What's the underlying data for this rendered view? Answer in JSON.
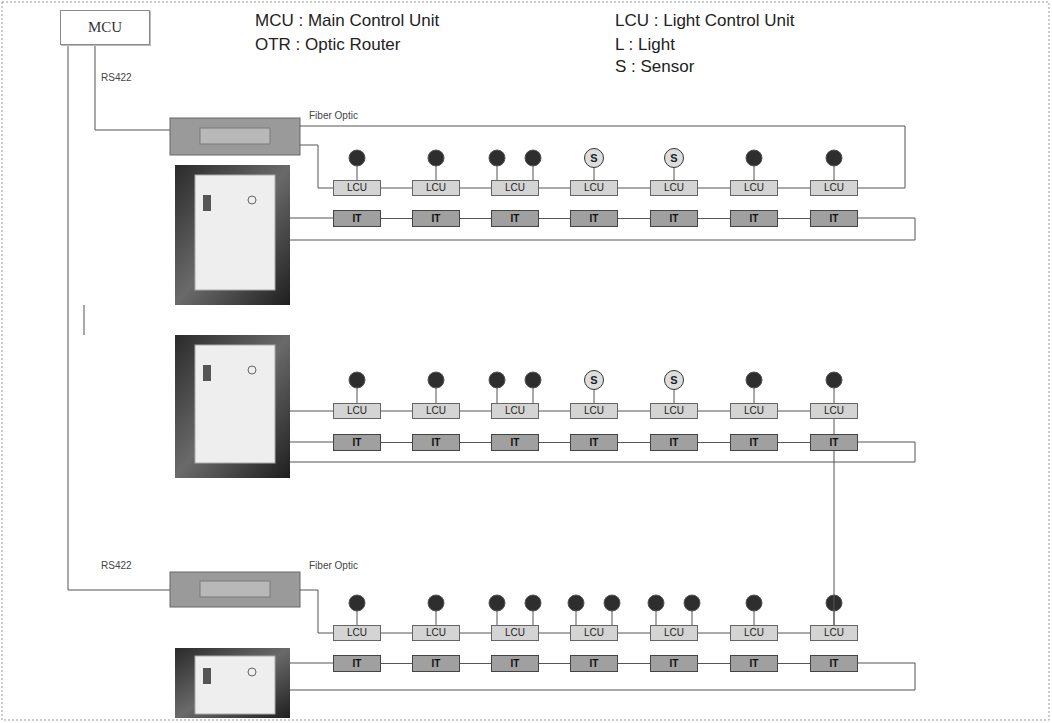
{
  "diagram": {
    "nodes": [
      {
        "text": [
          "MCU"
        ]
      },
      {
        "text": [
          "S"
        ]
      },
      {
        "text": [
          "S"
        ]
      },
      {
        "text": [
          "LCU"
        ]
      },
      {
        "text": [
          "LCU"
        ]
      },
      {
        "text": [
          "LCU"
        ]
      },
      {
        "text": [
          "LCU"
        ]
      },
      {
        "text": [
          "LCU"
        ]
      },
      {
        "text": [
          "LCU"
        ]
      },
      {
        "text": [
          "LCU"
        ]
      },
      {
        "text": [
          "IT"
        ]
      },
      {
        "text": [
          "IT"
        ]
      },
      {
        "text": [
          "IT"
        ]
      },
      {
        "text": [
          "IT"
        ]
      },
      {
        "text": [
          "IT"
        ]
      },
      {
        "text": [
          "IT"
        ]
      },
      {
        "text": [
          "IT"
        ]
      },
      {
        "text": [
          "S"
        ]
      },
      {
        "text": [
          "S"
        ]
      },
      {
        "text": [
          "LCU"
        ]
      },
      {
        "text": [
          "LCU"
        ]
      },
      {
        "text": [
          "LCU"
        ]
      },
      {
        "text": [
          "LCU"
        ]
      },
      {
        "text": [
          "LCU"
        ]
      },
      {
        "text": [
          "LCU"
        ]
      },
      {
        "text": [
          "LCU"
        ]
      },
      {
        "text": [
          "IT"
        ]
      },
      {
        "text": [
          "IT"
        ]
      },
      {
        "text": [
          "IT"
        ]
      },
      {
        "text": [
          "IT"
        ]
      },
      {
        "text": [
          "IT"
        ]
      },
      {
        "text": [
          "IT"
        ]
      },
      {
        "text": [
          "IT"
        ]
      },
      {
        "text": [
          "LCU"
        ]
      },
      {
        "text": [
          "LCU"
        ]
      },
      {
        "text": [
          "LCU"
        ]
      },
      {
        "text": [
          "LCU"
        ]
      },
      {
        "text": [
          "LCU"
        ]
      },
      {
        "text": [
          "LCU"
        ]
      },
      {
        "text": [
          "LCU"
        ]
      },
      {
        "text": [
          "IT"
        ]
      },
      {
        "text": [
          "IT"
        ]
      },
      {
        "text": [
          "IT"
        ]
      },
      {
        "text": [
          "IT"
        ]
      },
      {
        "text": [
          "IT"
        ]
      },
      {
        "text": [
          "IT"
        ]
      },
      {
        "text": [
          "IT"
        ]
      }
    ],
    "edges": [
      {
        "from": 1,
        "to": 6,
        "arrow": "none"
      },
      {
        "from": 2,
        "to": 7,
        "arrow": "none"
      },
      {
        "from": 3,
        "to": 4,
        "arrow": "none"
      },
      {
        "from": 4,
        "to": 5,
        "arrow": "none"
      },
      {
        "from": 5,
        "to": 6,
        "arrow": "none"
      },
      {
        "from": 6,
        "to": 7,
        "arrow": "none"
      },
      {
        "from": 7,
        "to": 8,
        "arrow": "none"
      },
      {
        "from": 8,
        "to": 9,
        "arrow": "none"
      },
      {
        "from": 10,
        "to": 11,
        "arrow": "none"
      },
      {
        "from": 11,
        "to": 12,
        "arrow": "none"
      },
      {
        "from": 12,
        "to": 13,
        "arrow": "none"
      },
      {
        "from": 13,
        "to": 14,
        "arrow": "none"
      },
      {
        "from": 14,
        "to": 15,
        "arrow": "none"
      },
      {
        "from": 15,
        "to": 16,
        "arrow": "none"
      },
      {
        "from": 17,
        "to": 22,
        "arrow": "none"
      },
      {
        "from": 18,
        "to": 23,
        "arrow": "none"
      },
      {
        "from": 19,
        "to": 20,
        "arrow": "none"
      },
      {
        "from": 20,
        "to": 21,
        "arrow": "none"
      },
      {
        "from": 21,
        "to": 22,
        "arrow": "none"
      },
      {
        "from": 22,
        "to": 23,
        "arrow": "none"
      },
      {
        "from": 23,
        "to": 24,
        "arrow": "none"
      },
      {
        "from": 24,
        "to": 25,
        "arrow": "none"
      },
      {
        "from": 26,
        "to": 27,
        "arrow": "none"
      },
      {
        "from": 27,
        "to": 28,
        "arrow": "none"
      },
      {
        "from": 28,
        "to": 29,
        "arrow": "none"
      },
      {
        "from": 29,
        "to": 30,
        "arrow": "none"
      },
      {
        "from": 30,
        "to": 31,
        "arrow": "none"
      },
      {
        "from": 31,
        "to": 32,
        "arrow": "none"
      },
      {
        "from": 25,
        "to": 39,
        "arrow": "none"
      },
      {
        "from": 33,
        "to": 34,
        "arrow": "none"
      },
      {
        "from": 34,
        "to": 35,
        "arrow": "none"
      },
      {
        "from": 35,
        "to": 36,
        "arrow": "none"
      },
      {
        "from": 36,
        "to": 37,
        "arrow": "none"
      },
      {
        "from": 37,
        "to": 38,
        "arrow": "none"
      },
      {
        "from": 38,
        "to": 39,
        "arrow": "none"
      },
      {
        "from": 40,
        "to": 41,
        "arrow": "none"
      },
      {
        "from": 41,
        "to": 42,
        "arrow": "none"
      },
      {
        "from": 42,
        "to": 43,
        "arrow": "none"
      },
      {
        "from": 43,
        "to": 44,
        "arrow": "none"
      },
      {
        "from": 44,
        "to": 45,
        "arrow": "none"
      },
      {
        "from": 45,
        "to": 46,
        "arrow": "none"
      }
    ],
    "labels": [
      "MCU : Main Control Unit",
      "LCU : Light Control Unit",
      "OTR : Optic Router",
      "L : Light",
      "S : Sensor",
      "RS422",
      "Fiber Optic",
      "RS422",
      "Fiber Optic"
    ]
  }
}
